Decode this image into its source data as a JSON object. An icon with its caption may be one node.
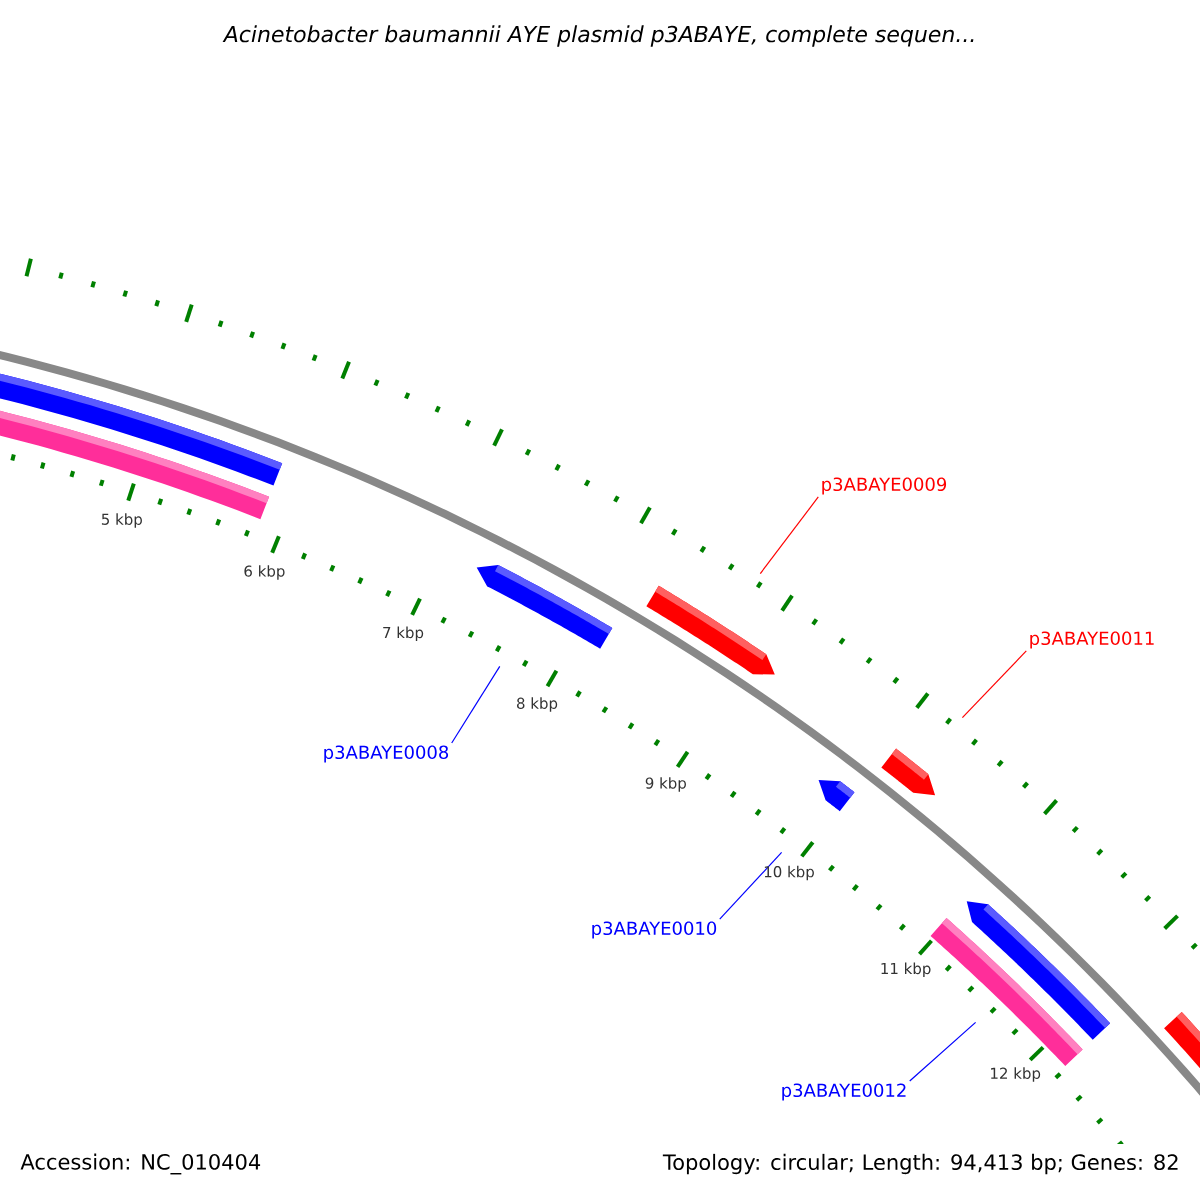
{
  "diagram": {
    "title": "Acinetobacter baumannii AYE plasmid p3ABAYE, complete sequen...",
    "nodes": [
      {
        "text": [],
        "shape": "bar"
      },
      {
        "text": [],
        "shape": "bar"
      },
      {
        "text": [],
        "shape": "bar"
      },
      {
        "text": [],
        "shape": "bar"
      },
      {
        "text": [],
        "shape": "bar"
      },
      {
        "text": [],
        "shape": "bar"
      },
      {
        "text": [],
        "shape": "bar"
      },
      {
        "text": [],
        "shape": "bar"
      },
      {
        "text": [],
        "shape": "bar"
      },
      {
        "text": [
          "p3ABAYE0009"
        ]
      },
      {
        "text": [
          "p3ABAYE0011"
        ]
      },
      {
        "text": [
          "p3ABAYE0008"
        ]
      },
      {
        "text": [
          "p3ABAYE0010"
        ]
      },
      {
        "text": [
          "p3ABAYE0012"
        ]
      }
    ],
    "edges": [
      {
        "from": 9,
        "to": 3,
        "arrow": "none",
        "color": "#ff0000"
      },
      {
        "from": 10,
        "to": 5,
        "arrow": "none",
        "color": "#ff0000"
      },
      {
        "from": 11,
        "to": 2,
        "arrow": "none"
      },
      {
        "from": 12,
        "to": 4,
        "arrow": "none"
      },
      {
        "from": 13,
        "to": 7,
        "arrow": "none"
      }
    ],
    "labels": [
      "5 kbp",
      "6 kbp",
      "7 kbp",
      "8 kbp",
      "9 kbp",
      "10 kbp",
      "11 kbp",
      "12 kbp",
      "Accession: NC_010404",
      "Topology: circular; Length: 94,413 bp; Genes: 82"
    ]
  }
}
